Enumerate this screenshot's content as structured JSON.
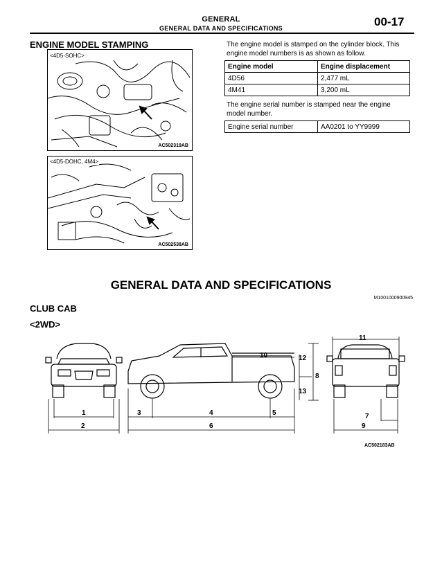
{
  "header": {
    "section": "GENERAL",
    "subsection": "GENERAL DATA AND SPECIFICATIONS",
    "page_number": "00-17"
  },
  "engine_stamping": {
    "heading": "ENGINE MODEL STAMPING",
    "photo1": {
      "label": "<4D5-SOHC>",
      "code": "AC502319AB"
    },
    "photo2": {
      "label": "<4D5-DOHC, 4M4>",
      "code": "AC502538AB"
    },
    "intro": "The engine model is stamped on the cylinder block. This engine model numbers is as shown as follow.",
    "model_table": {
      "headers": [
        "Engine model",
        "Engine displacement"
      ],
      "rows": [
        [
          "4D56",
          "2,477 mL"
        ],
        [
          "4M41",
          "3,200 mL"
        ]
      ]
    },
    "serial_note": "The engine serial number is stamped near the engine model number.",
    "serial_table": {
      "label": "Engine serial number",
      "value": "AA0201 to YY9999"
    }
  },
  "general_data": {
    "heading": "GENERAL DATA AND SPECIFICATIONS",
    "doc_id": "M1001000900945",
    "body_type": "CLUB CAB",
    "drive": "<2WD>",
    "figure_code": "AC502183AB",
    "dim_labels": {
      "d1": "1",
      "d2": "2",
      "d3": "3",
      "d4": "4",
      "d5": "5",
      "d6": "6",
      "d7": "7",
      "d8": "8",
      "d9": "9",
      "d10": "10",
      "d11": "11",
      "d12": "12",
      "d13": "13"
    }
  }
}
